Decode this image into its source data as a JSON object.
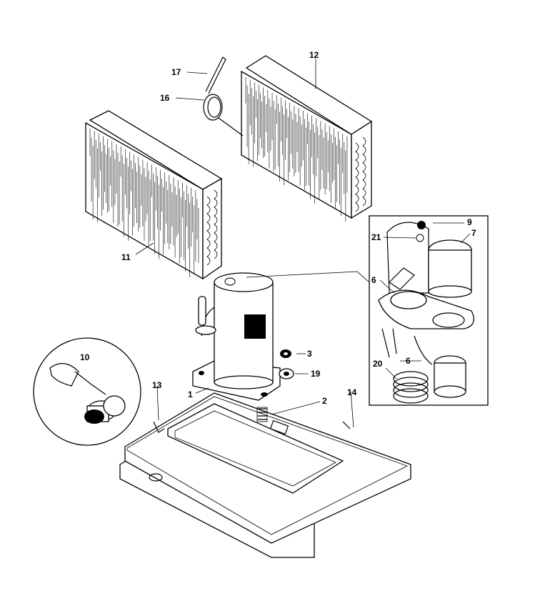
{
  "diagram": {
    "callouts": [
      {
        "id": "c1",
        "text": "1"
      },
      {
        "id": "c2",
        "text": "2"
      },
      {
        "id": "c3",
        "text": "3"
      },
      {
        "id": "c6a",
        "text": "6"
      },
      {
        "id": "c6b",
        "text": "6"
      },
      {
        "id": "c7",
        "text": "7"
      },
      {
        "id": "c9",
        "text": "9"
      },
      {
        "id": "c10",
        "text": "10"
      },
      {
        "id": "c11",
        "text": "11"
      },
      {
        "id": "c12",
        "text": "12"
      },
      {
        "id": "c13",
        "text": "13"
      },
      {
        "id": "c14",
        "text": "14"
      },
      {
        "id": "c16",
        "text": "16"
      },
      {
        "id": "c17",
        "text": "17"
      },
      {
        "id": "c19",
        "text": "19"
      },
      {
        "id": "c20",
        "text": "20"
      },
      {
        "id": "c21",
        "text": "21"
      }
    ]
  }
}
